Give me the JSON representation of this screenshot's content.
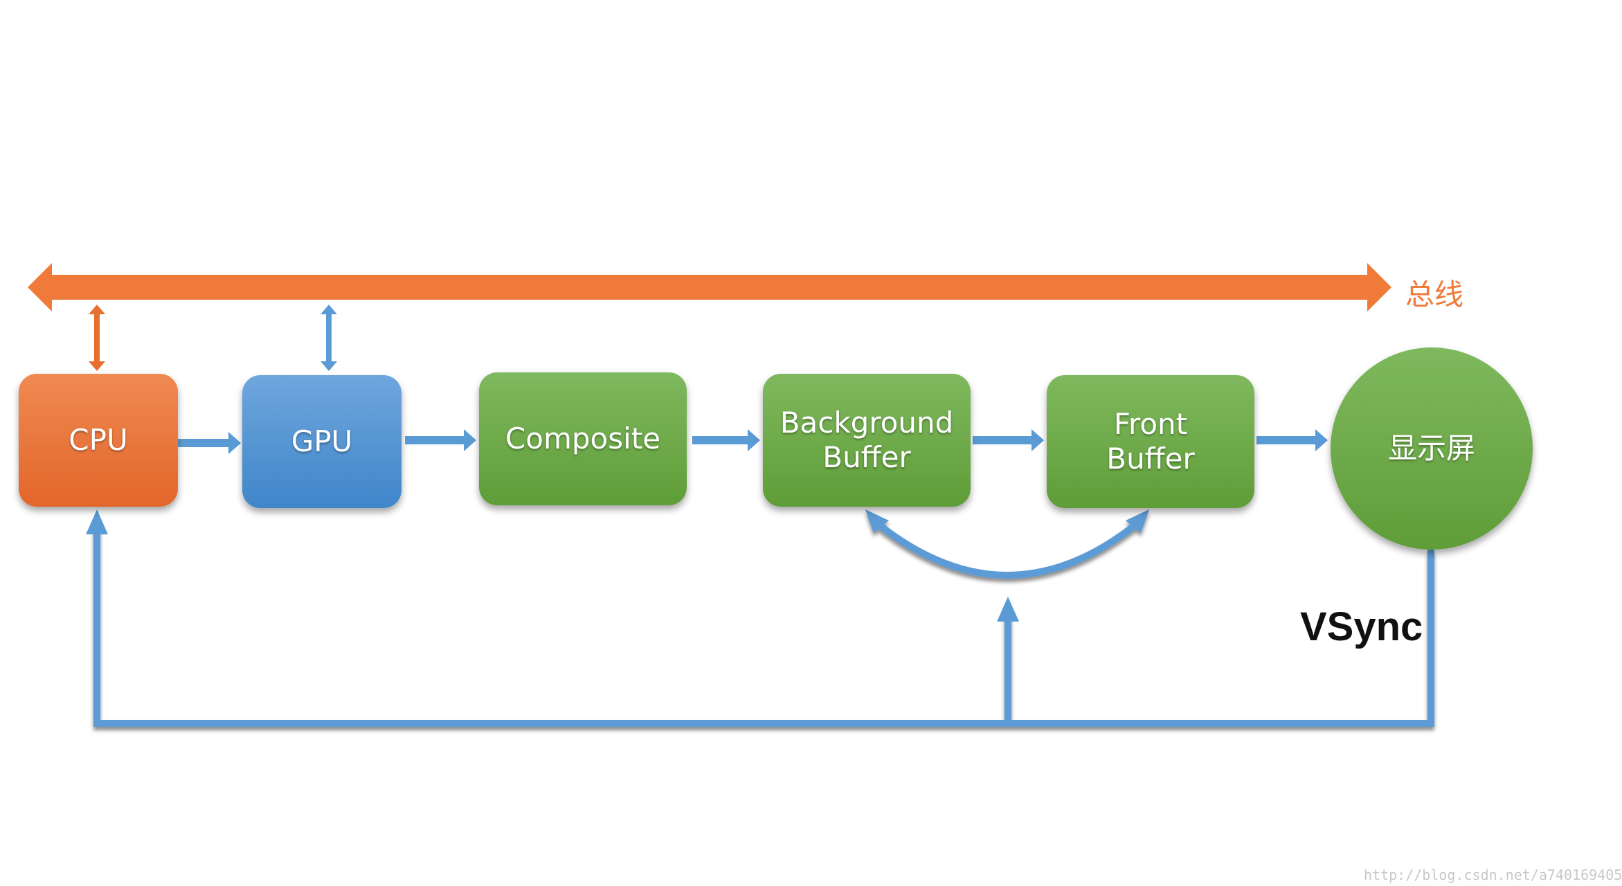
{
  "diagram": {
    "bus_label": "总线",
    "vsync_label": "VSync",
    "watermark": "http://blog.csdn.net/a740169405",
    "nodes": {
      "cpu": "CPU",
      "gpu": "GPU",
      "composite": "Composite",
      "background_buffer": "Background\nBuffer",
      "front_buffer": "Front\nBuffer",
      "display": "显示屏"
    },
    "colors": {
      "bus": "#ef7a3a",
      "cpu": "#e8702f",
      "gpu": "#4a8fd1",
      "green": "#6aa844",
      "arrow": "#5b9bd5"
    }
  }
}
